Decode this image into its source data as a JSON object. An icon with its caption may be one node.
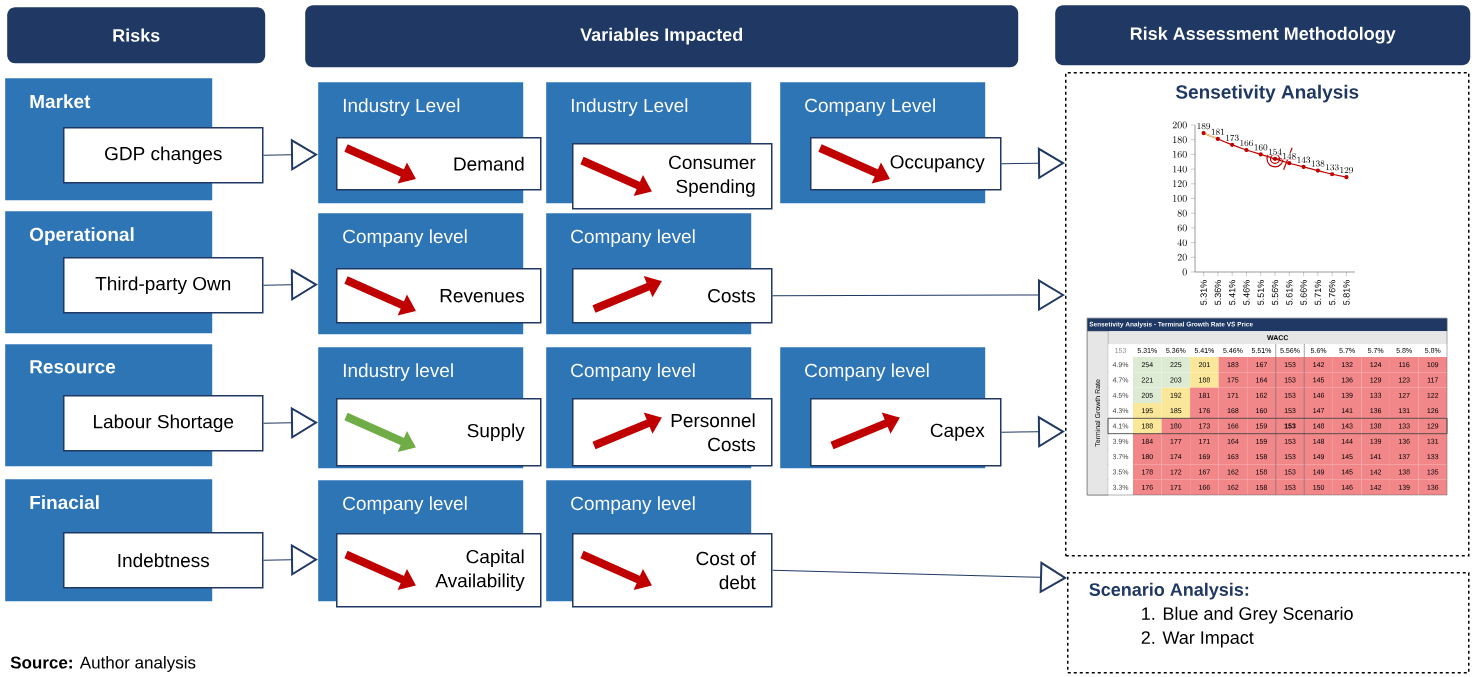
{
  "diagram": {
    "nodes": [
      {
        "text": [
          "Risks"
        ]
      },
      {
        "text": [
          "Variables Impacted"
        ]
      },
      {
        "text": [
          "Risk Assessment Methodology"
        ]
      },
      {
        "text": [
          "Market"
        ]
      },
      {
        "text": [
          "GDP changes"
        ]
      },
      {
        "text": [
          "Industry Level"
        ]
      },
      {
        "text": [
          "Demand"
        ]
      },
      {
        "text": [
          "Industry Level"
        ]
      },
      {
        "text": [
          "Consumer Spending"
        ]
      },
      {
        "text": [
          "Company Level"
        ]
      },
      {
        "text": [
          "Occupancy"
        ]
      },
      {
        "text": [
          "Operational"
        ]
      },
      {
        "text": [
          "Third-party Own"
        ]
      },
      {
        "text": [
          "Company level"
        ]
      },
      {
        "text": [
          "Revenues"
        ]
      },
      {
        "text": [
          "Company level"
        ]
      },
      {
        "text": [
          "Costs"
        ]
      },
      {
        "text": [
          "Resource"
        ]
      },
      {
        "text": [
          "Labour Shortage"
        ]
      },
      {
        "text": [
          "Industry level"
        ]
      },
      {
        "text": [
          "Supply"
        ]
      },
      {
        "text": [
          "Company level"
        ]
      },
      {
        "text": [
          "Personnel Costs"
        ]
      },
      {
        "text": [
          "Company level"
        ]
      },
      {
        "text": [
          "Capex"
        ]
      },
      {
        "text": [
          "Finacial"
        ]
      },
      {
        "text": [
          "Indebtness"
        ]
      },
      {
        "text": [
          "Company level"
        ]
      },
      {
        "text": [
          "Capital Availability"
        ]
      },
      {
        "text": [
          "Company level"
        ]
      },
      {
        "text": [
          "Cost of debt"
        ]
      },
      {
        "text": [
          "Sensetivity Analysis"
        ]
      },
      {
        "text": [
          "Scenario Analysis:",
          "1. Blue and Grey Scenario",
          "2. War Impact"
        ]
      }
    ],
    "edges": [
      {
        "from": 4,
        "to": 5,
        "arrow": "to"
      },
      {
        "from": 10,
        "to": 31,
        "arrow": "to"
      },
      {
        "from": 12,
        "to": 13,
        "arrow": "to"
      },
      {
        "from": 16,
        "to": 31,
        "arrow": "to"
      },
      {
        "from": 18,
        "to": 19,
        "arrow": "to"
      },
      {
        "from": 24,
        "to": 31,
        "arrow": "to"
      },
      {
        "from": 26,
        "to": 27,
        "arrow": "to"
      },
      {
        "from": 30,
        "to": 32,
        "arrow": "to"
      }
    ],
    "labels": [
      "Sensetivity Analysis - Terminal Growth Rate VS Price",
      "WACC",
      "Terminal Growth Rate",
      "153",
      "5.31%",
      "5.36%",
      "5.41%",
      "5.46%",
      "5.51%",
      "5.56%",
      "5.6%",
      "5.7%",
      "5.7%",
      "5.8%",
      "5.8%",
      "4.9%",
      "254",
      "225",
      "201",
      "183",
      "167",
      "153",
      "142",
      "132",
      "124",
      "116",
      "109",
      "4.7%",
      "221",
      "203",
      "188",
      "175",
      "164",
      "153",
      "145",
      "136",
      "129",
      "123",
      "117",
      "4.5%",
      "205",
      "192",
      "181",
      "171",
      "162",
      "153",
      "146",
      "139",
      "133",
      "127",
      "122",
      "4.3%",
      "195",
      "185",
      "176",
      "168",
      "160",
      "153",
      "147",
      "141",
      "136",
      "131",
      "126",
      "4.1%",
      "188",
      "180",
      "173",
      "166",
      "159",
      "153",
      "148",
      "143",
      "138",
      "133",
      "129",
      "3.9%",
      "184",
      "177",
      "171",
      "164",
      "159",
      "153",
      "148",
      "144",
      "139",
      "136",
      "131",
      "3.7%",
      "180",
      "174",
      "169",
      "163",
      "158",
      "153",
      "149",
      "145",
      "141",
      "137",
      "133",
      "3.5%",
      "178",
      "172",
      "167",
      "162",
      "158",
      "153",
      "149",
      "145",
      "142",
      "138",
      "135",
      "3.3%",
      "176",
      "171",
      "166",
      "162",
      "158",
      "153",
      "150",
      "146",
      "142",
      "139",
      "136",
      "**Source:** Author analysis"
    ],
    "chart_data": {
      "type": "line",
      "categories": [
        "5.31%",
        "5.36%",
        "5.41%",
        "5.46%",
        "5.51%",
        "5.56%",
        "5.61%",
        "5.66%",
        "5.71%",
        "5.76%",
        "5.81%"
      ],
      "series": [
        {
          "color": "#c00000",
          "marker": "circle",
          "values": [
            189,
            181,
            173,
            166,
            160,
            154,
            148,
            143,
            138,
            133,
            129
          ]
        }
      ],
      "ylim": [
        0,
        200
      ],
      "yticks": [
        0,
        20,
        40,
        60,
        80,
        100,
        120,
        140,
        160,
        180,
        200
      ],
      "data_labels": true
    }
  }
}
